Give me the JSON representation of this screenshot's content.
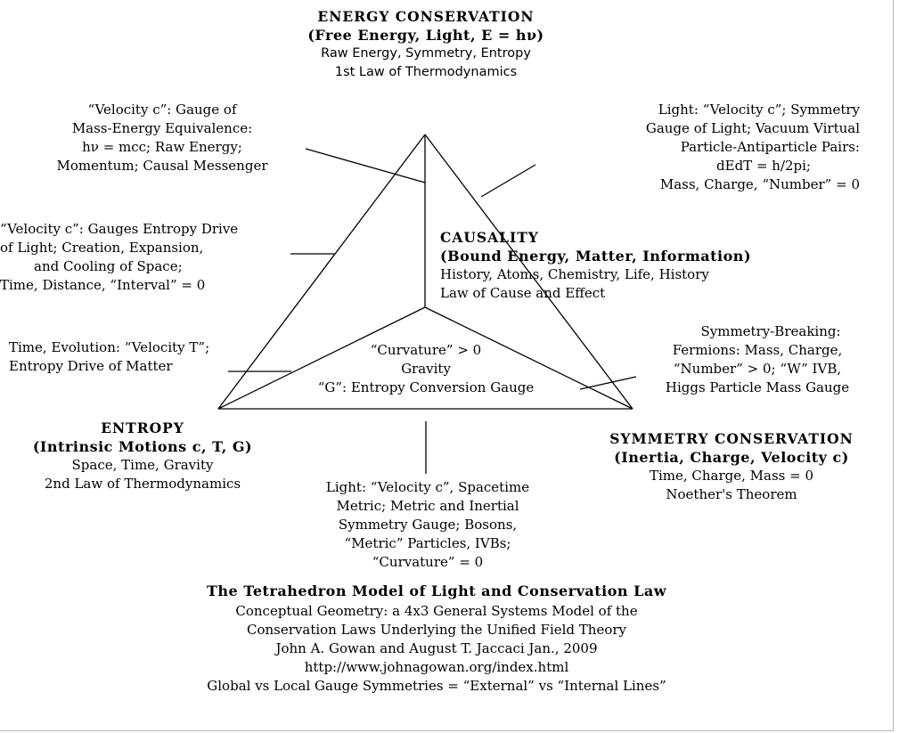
{
  "top": {
    "title": "ENERGY CONSERVATION",
    "subtitle": "(Free Energy, Light, E = hν)",
    "line1": "Raw Energy, Symmetry, Entropy",
    "line2": "1st Law of Thermodynamics"
  },
  "velocity_mass": {
    "line1": "“Velocity c”: Gauge of",
    "line2": "Mass-Energy Equivalence:",
    "line3": "hν = mcc; Raw Energy;",
    "line4": "Momentum; Causal Messenger"
  },
  "light_symmetry": {
    "line1": "Light: “Velocity c”; Symmetry",
    "line2": "Gauge of Light; Vacuum Virtual",
    "line3": "Particle-Antiparticle Pairs:",
    "line4": "dEdT = h/2pi;",
    "line5": "Mass, Charge, “Number” = 0"
  },
  "velocity_entropy": {
    "line1": "“Velocity c”: Gauges Entropy Drive",
    "line2": "of Light; Creation, Expansion,",
    "line3": "and Cooling of Space;",
    "line4": "Time, Distance, “Interval” = 0"
  },
  "causality": {
    "title": "CAUSALITY",
    "subtitle": "(Bound Energy, Matter, Information)",
    "line1": "History, Atoms, Chemistry, Life, History",
    "line2": "Law of Cause and Effect"
  },
  "time_evolution": {
    "line1": "Time, Evolution: “Velocity T”;",
    "line2": "Entropy Drive of Matter"
  },
  "center": {
    "line1": "“Curvature” > 0",
    "line2": "Gravity",
    "line3": "“G”: Entropy Conversion Gauge"
  },
  "symmetry_breaking": {
    "line1": "Symmetry-Breaking:",
    "line2": "Fermions: Mass, Charge,",
    "line3": "“Number” > 0; “W” IVB,",
    "line4": "Higgs Particle Mass Gauge"
  },
  "entropy": {
    "title": "ENTROPY",
    "subtitle": "(Intrinsic Motions c, T, G)",
    "line1": "Space, Time, Gravity",
    "line2": "2nd Law of Thermodynamics"
  },
  "symmetry_conservation": {
    "title": "SYMMETRY CONSERVATION",
    "subtitle": "(Inertia, Charge, Velocity c)",
    "line1": "Time, Charge, Mass = 0",
    "line2": "Noether's Theorem"
  },
  "light_metric": {
    "line1": "Light: “Velocity c”, Spacetime",
    "line2": "Metric; Metric and Inertial",
    "line3": "Symmetry Gauge; Bosons,",
    "line4": "“Metric” Particles, IVBs;",
    "line5": "“Curvature” = 0"
  },
  "footer": {
    "title": "The Tetrahedron Model of Light and Conservation Law",
    "line1": "Conceptual Geometry: a 4x3 General Systems Model of the",
    "line2": "Conservation Laws Underlying the Unified Field Theory",
    "line3": "John A. Gowan and August T. Jaccaci Jan., 2009",
    "line4": "http://www.johnagowan.org/index.html",
    "line5": "Global vs Local Gauge Symmetries = “External” vs “Internal Lines”"
  }
}
